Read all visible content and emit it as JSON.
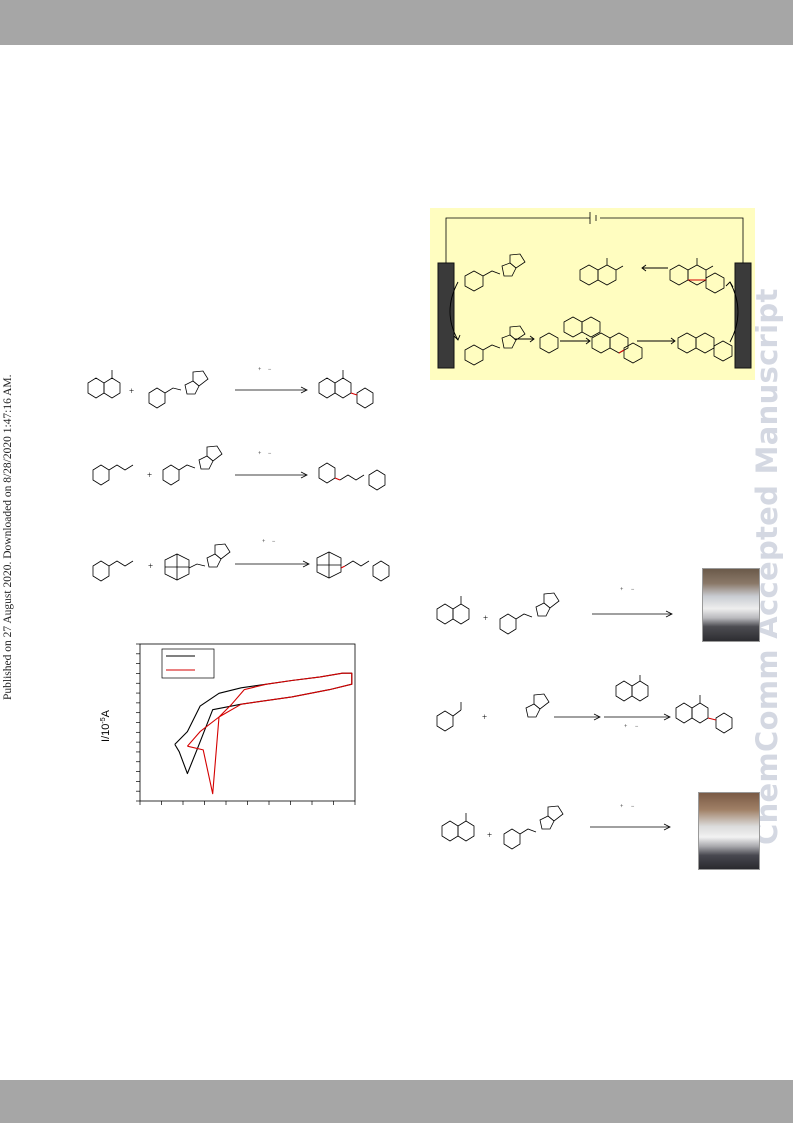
{
  "page": {
    "publication_line": "Published on 27 August 2020. Downloaded on 8/28/2020 1:47:16 AM.",
    "watermark": "ChemComm Accepted Manuscript"
  },
  "figures": {
    "electrode_signs": {
      "anode": "+",
      "cathode": "−"
    },
    "plus_sign": "+",
    "cv_plot": {
      "ylabel_base": "I/10",
      "ylabel_exp": "-5",
      "ylabel_unit": "A"
    }
  },
  "colors": {
    "bar": "#a6a6a6",
    "panel": "#fffdc0",
    "highlight_bond": "#d40000",
    "watermark": "#d4d8e2"
  },
  "chart_data": {
    "type": "line",
    "series": [
      {
        "color": "#000000",
        "x": [
          0.55,
          0.75,
          0.95,
          1.25,
          1.6,
          2.0,
          2.4,
          2.85,
          3.2,
          3.35,
          3.35,
          3.0,
          2.4,
          1.6,
          1.15,
          0.9,
          0.75,
          0.62,
          0.55
        ],
        "y": [
          2.5,
          3.2,
          4.6,
          5.3,
          5.6,
          5.8,
          6.0,
          6.2,
          6.4,
          6.4,
          5.8,
          5.5,
          5.1,
          4.7,
          4.4,
          2.2,
          0.9,
          2.1,
          2.5
        ]
      },
      {
        "color": "#d40000",
        "x": [
          0.75,
          0.95,
          1.25,
          1.45,
          1.65,
          2.0,
          2.4,
          2.85,
          3.2,
          3.35,
          3.35,
          3.0,
          2.4,
          1.6,
          1.25,
          1.15,
          1.0,
          0.75
        ],
        "y": [
          2.4,
          3.2,
          4.0,
          4.7,
          5.5,
          5.8,
          6.0,
          6.2,
          6.4,
          6.4,
          5.8,
          5.5,
          5.1,
          4.7,
          4.0,
          -0.2,
          2.2,
          2.4
        ]
      }
    ],
    "xlim": [
      0.0,
      3.4
    ],
    "ylim": [
      -0.6,
      8.0
    ],
    "grid": false,
    "legend": "top-left"
  }
}
